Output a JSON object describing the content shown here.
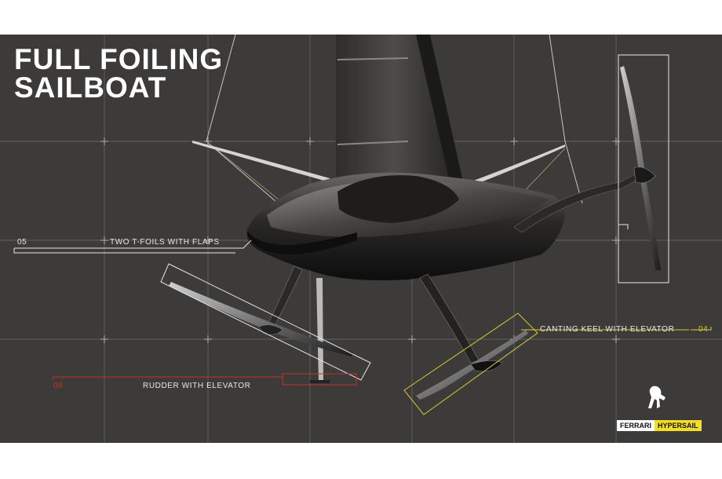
{
  "title": {
    "line1": "FULL FOILING",
    "line2": "SAILBOAT"
  },
  "callouts": {
    "foils": {
      "number": "05",
      "label": "TWO T-FOILS WITH FLAPS"
    },
    "keel": {
      "number": "04",
      "label": "CANTING KEEL WITH ELEVATOR"
    },
    "rudder": {
      "number": "06",
      "label": "RUDDER WITH ELEVATOR"
    }
  },
  "brand": {
    "name1": "FERRARI",
    "name2": "HYPERSAIL"
  },
  "colors": {
    "background": "#3d3b39",
    "grid": "#6f6c69",
    "callout_white": "#e6e6e6",
    "callout_yellow": "#d9c93a",
    "callout_red": "#c8302a",
    "brand_yellow": "#f2dd2a"
  },
  "icons": [
    "prancing-horse-icon"
  ]
}
